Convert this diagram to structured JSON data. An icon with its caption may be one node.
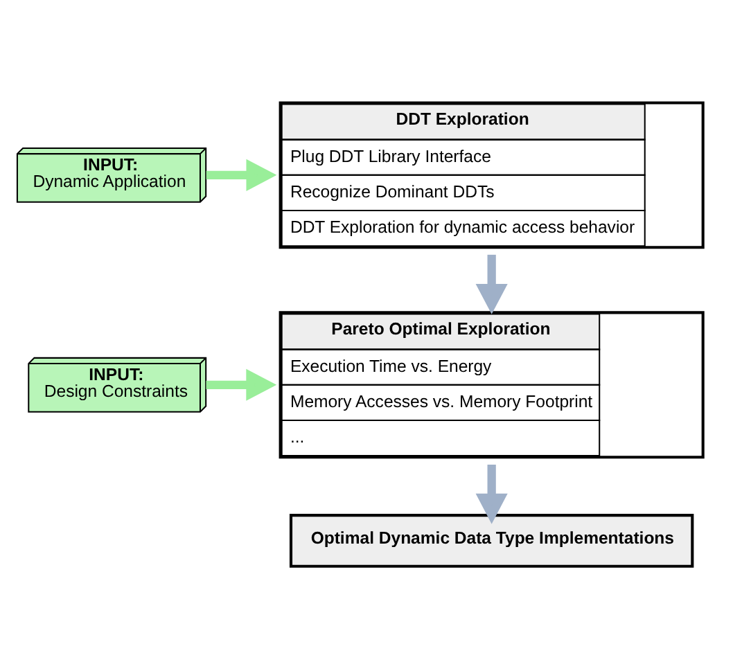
{
  "diagram": {
    "nodes": [
      {
        "text": [
          "INPUT:",
          "Dynamic Application"
        ]
      },
      {
        "text": [
          "DDT Exploration",
          "Plug DDT Library Interface",
          "Recognize Dominant DDTs",
          "DDT Exploration for dynamic access behavior"
        ]
      },
      {
        "text": [
          "INPUT:",
          "Design Constraints"
        ]
      },
      {
        "text": [
          "Pareto Optimal Exploration",
          "Execution Time vs. Energy",
          "Memory Accesses vs. Memory Footprint",
          "..."
        ]
      },
      {
        "text": [
          "Optimal Dynamic Data Type Implementations"
        ]
      }
    ],
    "edges": [
      {
        "from": 0,
        "to": 1,
        "arrow": "to",
        "color": "#99ee99"
      },
      {
        "from": 1,
        "to": 3,
        "arrow": "to"
      },
      {
        "from": 2,
        "to": 3,
        "arrow": "to",
        "color": "#99ee99"
      },
      {
        "from": 3,
        "to": 4,
        "arrow": "to"
      }
    ]
  }
}
